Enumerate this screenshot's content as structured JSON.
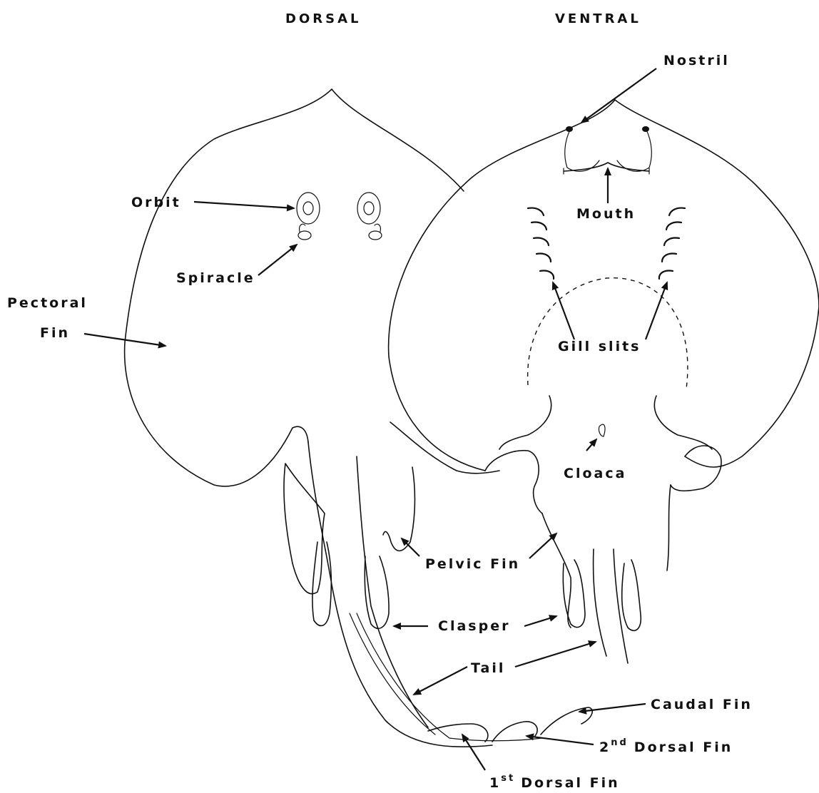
{
  "headers": {
    "dorsal": "DORSAL",
    "ventral": "VENTRAL"
  },
  "labels": {
    "orbit": "Orbit",
    "spiracle": "Spiracle",
    "pectoral_fin_line1": "Pectoral",
    "pectoral_fin_line2": "Fin",
    "nostril": "Nostril",
    "mouth": "Mouth",
    "gill_slits": "Gill slits",
    "cloaca": "Cloaca",
    "pelvic_fin": "Pelvic Fin",
    "clasper": "Clasper",
    "tail": "Tail",
    "caudal_fin": "Caudal Fin",
    "second_dorsal_num": "2",
    "second_dorsal_sup": "nd",
    "second_dorsal_rest": "Dorsal Fin",
    "first_dorsal_num": "1",
    "first_dorsal_sup": "st",
    "first_dorsal_rest": "Dorsal Fin"
  }
}
